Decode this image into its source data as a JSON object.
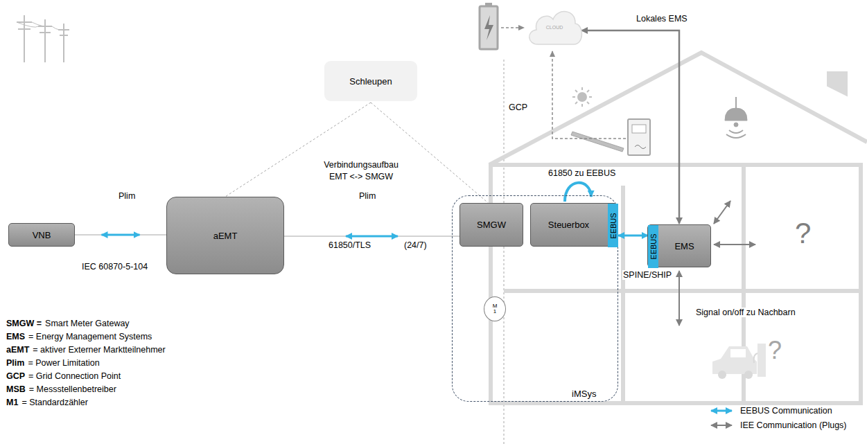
{
  "diagram": {
    "nodes": [
      {
        "text": [
          "VNB"
        ]
      },
      {
        "text": [
          "aEMT"
        ]
      },
      {
        "text": [
          "Schleupen"
        ]
      },
      {
        "text": [
          "iMSys"
        ]
      },
      {
        "text": [
          "SMGW"
        ],
        "in": 3
      },
      {
        "text": [
          "Steuerbox"
        ],
        "in": 3
      },
      {
        "text": [
          "EEBUS"
        ],
        "in": 5
      },
      {
        "text": [
          "M 1"
        ],
        "in": 3
      },
      {
        "text": [
          "EMS"
        ]
      },
      {
        "text": [
          "EEBUS"
        ],
        "in": 8
      },
      {
        "text": [
          "CLOUD"
        ]
      }
    ],
    "edges": [
      {
        "from": 0,
        "to": 1,
        "arrow": "both"
      },
      {
        "from": 1,
        "to": 4,
        "arrow": "both"
      },
      {
        "from": 2,
        "to": 1,
        "arrow": "none"
      },
      {
        "from": 2,
        "to": 4,
        "arrow": "none"
      },
      {
        "from": 6,
        "to": 9,
        "arrow": "both"
      },
      {
        "from": 8,
        "to": 10,
        "arrow": "both"
      }
    ],
    "labels": [
      "Plim",
      "IEC 60870-5-104",
      "Verbindungsaufbau EMT <-> SMGW",
      "Plim",
      "61850/TLS",
      "(24/7)",
      "GCP",
      "61850 zu EEBUS",
      "SPINE/SHIP",
      "Lokales EMS",
      "Signal on/off zu Nachbarn",
      "?",
      "?",
      "SMGW =",
      "Smart Meter Gateway",
      "EMS",
      "= Energy Management Systems",
      "aEMT",
      "= aktiver Externer Marktteilnehmer",
      "Plim",
      "= Power Limitation",
      "GCP",
      "= Grid Connection Point",
      "MSB",
      "= Messstellenbetreiber",
      "M1",
      "= Standardzähler"
    ],
    "legend": [
      {
        "text": "EEBUS Communication"
      },
      {
        "text": "IEE Communication (Plugs)"
      }
    ]
  }
}
